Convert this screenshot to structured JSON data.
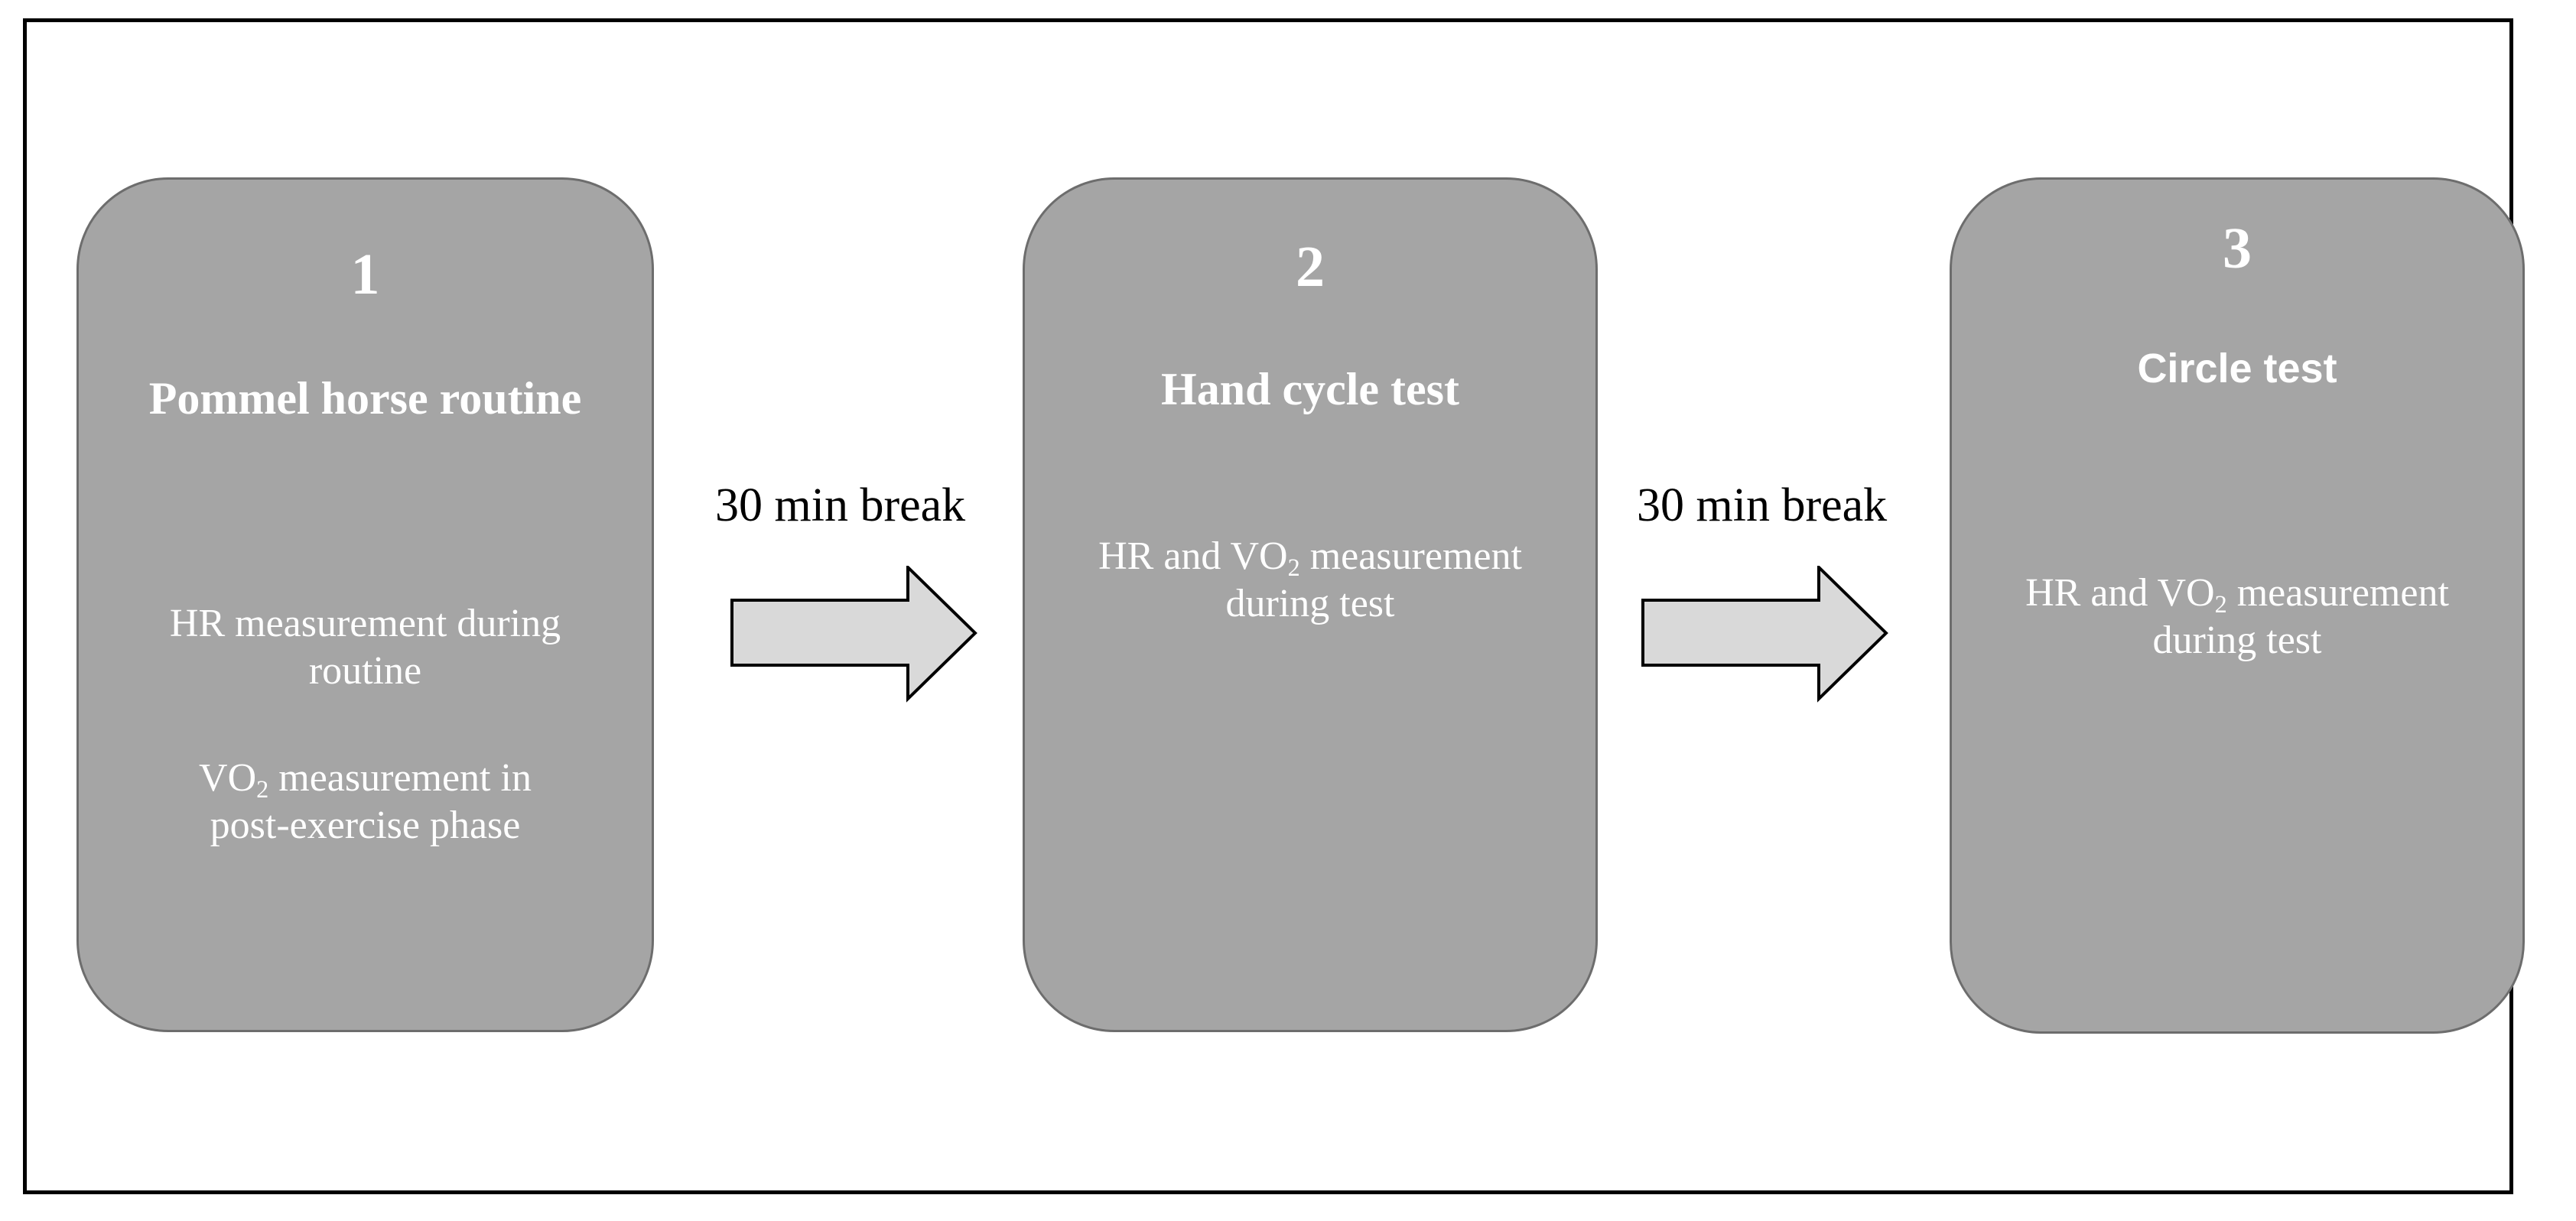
{
  "steps": [
    {
      "number": "1",
      "title": "Pommel horse routine",
      "desc_1": "HR measurement during routine",
      "desc_2_pre": "VO",
      "desc_2_sub": "2",
      "desc_2_post": " measurement in post-exercise phase"
    },
    {
      "number": "2",
      "title": "Hand cycle test",
      "desc_pre": "HR and VO",
      "desc_sub": "2",
      "desc_post": " measurement during test"
    },
    {
      "number": "3",
      "title": "Circle test",
      "desc_pre": "HR and VO",
      "desc_sub": "2",
      "desc_post": " measurement during test"
    }
  ],
  "breaks": [
    {
      "label": "30 min break"
    },
    {
      "label": "30 min break"
    }
  ],
  "colors": {
    "box_fill": "#a5a5a5",
    "box_border": "#6d6d6d",
    "arrow_fill": "#d9d9d9",
    "box_text": "#ffffff"
  }
}
